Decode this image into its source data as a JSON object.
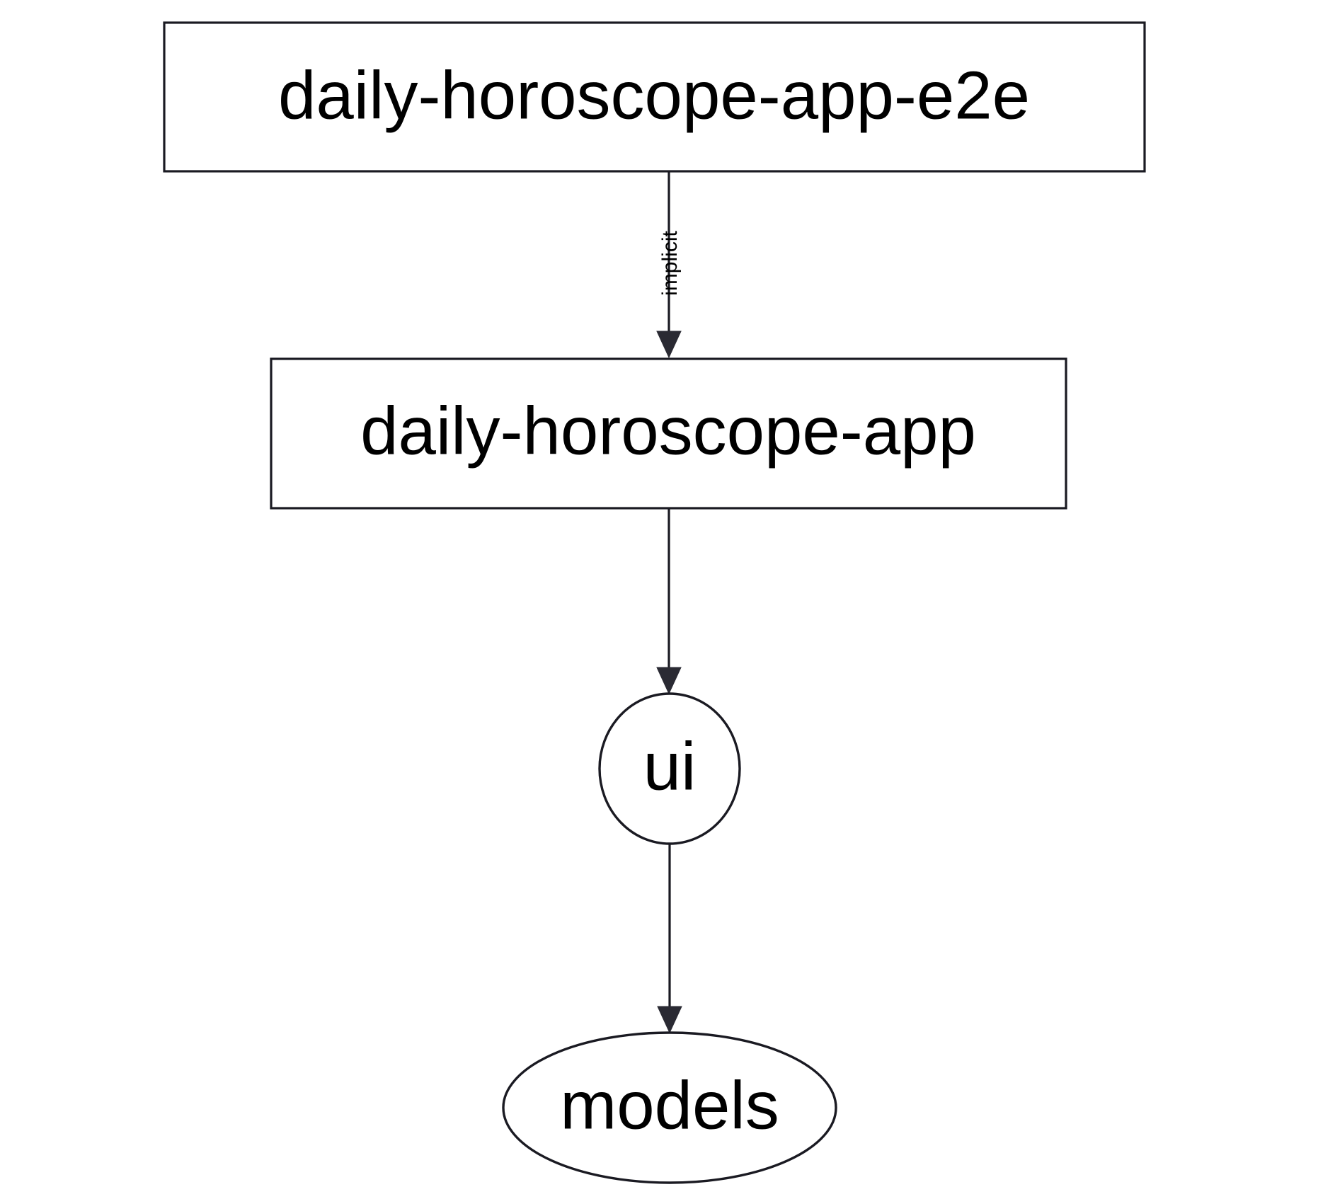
{
  "diagram": {
    "type": "dependency-graph",
    "background_color": "#ffffff",
    "stroke_color": "#1a1a22",
    "text_color": "#000000",
    "nodes": [
      {
        "id": "daily-horoscope-app-e2e",
        "label": "daily-horoscope-app-e2e",
        "shape": "box"
      },
      {
        "id": "daily-horoscope-app",
        "label": "daily-horoscope-app",
        "shape": "box"
      },
      {
        "id": "ui",
        "label": "ui",
        "shape": "ellipse"
      },
      {
        "id": "models",
        "label": "models",
        "shape": "ellipse"
      }
    ],
    "edges": [
      {
        "from": "daily-horoscope-app-e2e",
        "to": "daily-horoscope-app",
        "label": "implicit"
      },
      {
        "from": "daily-horoscope-app",
        "to": "ui",
        "label": ""
      },
      {
        "from": "ui",
        "to": "models",
        "label": ""
      }
    ]
  }
}
